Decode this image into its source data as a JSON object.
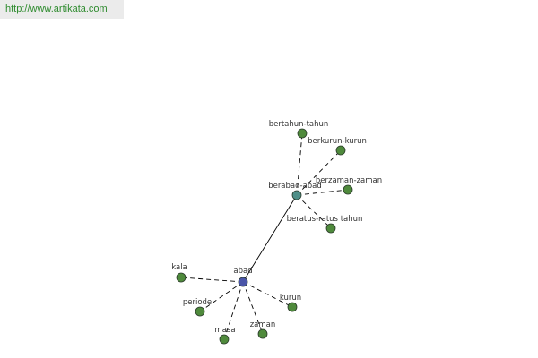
{
  "header": {
    "url": "http://www.artikata.com"
  },
  "colors": {
    "background": "#ffffff",
    "url_bar_bg": "#ebebeb",
    "url_text": "#2e8b2e",
    "edge": "#000000",
    "root_node": "#4a55a8",
    "hub_node": "#4f8f88",
    "leaf_node": "#4f8a3c",
    "label": "#333333"
  },
  "graph": {
    "nodes": [
      {
        "id": "abad",
        "label": "abad",
        "kind": "root"
      },
      {
        "id": "berabad-abad",
        "label": "berabad-abad",
        "kind": "hub"
      },
      {
        "id": "kala",
        "label": "kala",
        "kind": "leaf"
      },
      {
        "id": "periode",
        "label": "periode",
        "kind": "leaf"
      },
      {
        "id": "masa",
        "label": "masa",
        "kind": "leaf"
      },
      {
        "id": "zaman",
        "label": "zaman",
        "kind": "leaf"
      },
      {
        "id": "kurun",
        "label": "kurun",
        "kind": "leaf"
      },
      {
        "id": "bertahun-tahun",
        "label": "bertahun-tahun",
        "kind": "leaf"
      },
      {
        "id": "berkurun-kurun",
        "label": "berkurun-kurun",
        "kind": "leaf"
      },
      {
        "id": "berzaman-zaman",
        "label": "berzaman-zaman",
        "kind": "leaf"
      },
      {
        "id": "beratus-ratus tahun",
        "label": "beratus-ratus tahun",
        "kind": "leaf"
      }
    ],
    "edges": [
      {
        "from": "abad",
        "to": "berabad-abad",
        "style": "solid"
      },
      {
        "from": "abad",
        "to": "kala",
        "style": "dashed"
      },
      {
        "from": "abad",
        "to": "periode",
        "style": "dashed"
      },
      {
        "from": "abad",
        "to": "masa",
        "style": "dashed"
      },
      {
        "from": "abad",
        "to": "zaman",
        "style": "dashed"
      },
      {
        "from": "abad",
        "to": "kurun",
        "style": "dashed"
      },
      {
        "from": "berabad-abad",
        "to": "bertahun-tahun",
        "style": "dashed"
      },
      {
        "from": "berabad-abad",
        "to": "berkurun-kurun",
        "style": "dashed"
      },
      {
        "from": "berabad-abad",
        "to": "berzaman-zaman",
        "style": "dashed"
      },
      {
        "from": "berabad-abad",
        "to": "beratus-ratus tahun",
        "style": "dashed"
      }
    ]
  }
}
